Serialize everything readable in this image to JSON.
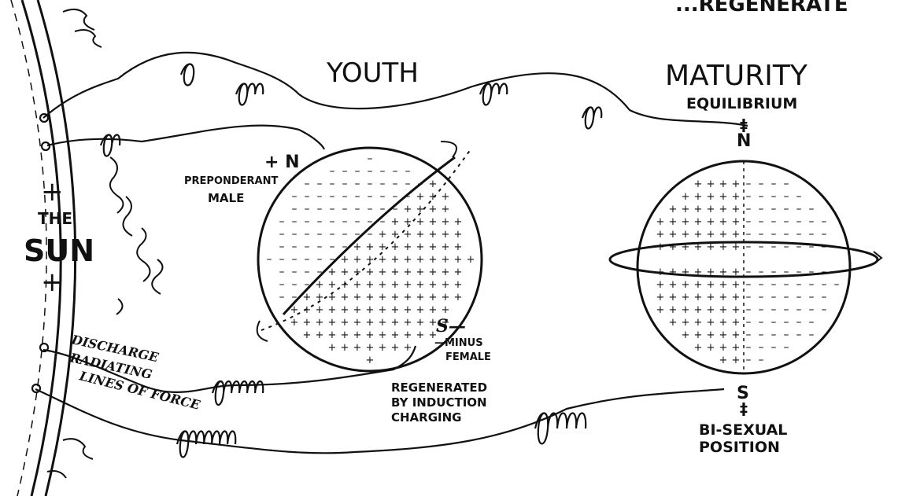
{
  "title_partial": "...REGENERATE",
  "labels": {
    "youth": "YOUTH",
    "maturity": "MATURITY",
    "equilibrium": "EQUILIBRIUM",
    "sun_plus_top": "+",
    "sun_the": "THE",
    "sun_sun": "SUN",
    "sun_plus_bottom": "+",
    "youth_north": "+ N",
    "preponderant": "PREPONDERANT",
    "male": "MALE",
    "youth_south": "S—",
    "minus": "—MINUS",
    "female": "FEMALE",
    "regenerated": "REGENERATED",
    "by_induction": "BY INDUCTION",
    "charging": "CHARGING",
    "discharge": "DISCHARGE",
    "radiating": "RADIATING",
    "lines_of_force": "LINES OF FORCE",
    "mat_north_sign": "‡",
    "mat_north": "N",
    "mat_south": "S",
    "mat_south_sign": "‡",
    "bisexual": "BI-SEXUAL",
    "position": "POSITION"
  },
  "colors": {
    "ink": "#111111",
    "paper": "#ffffff"
  }
}
